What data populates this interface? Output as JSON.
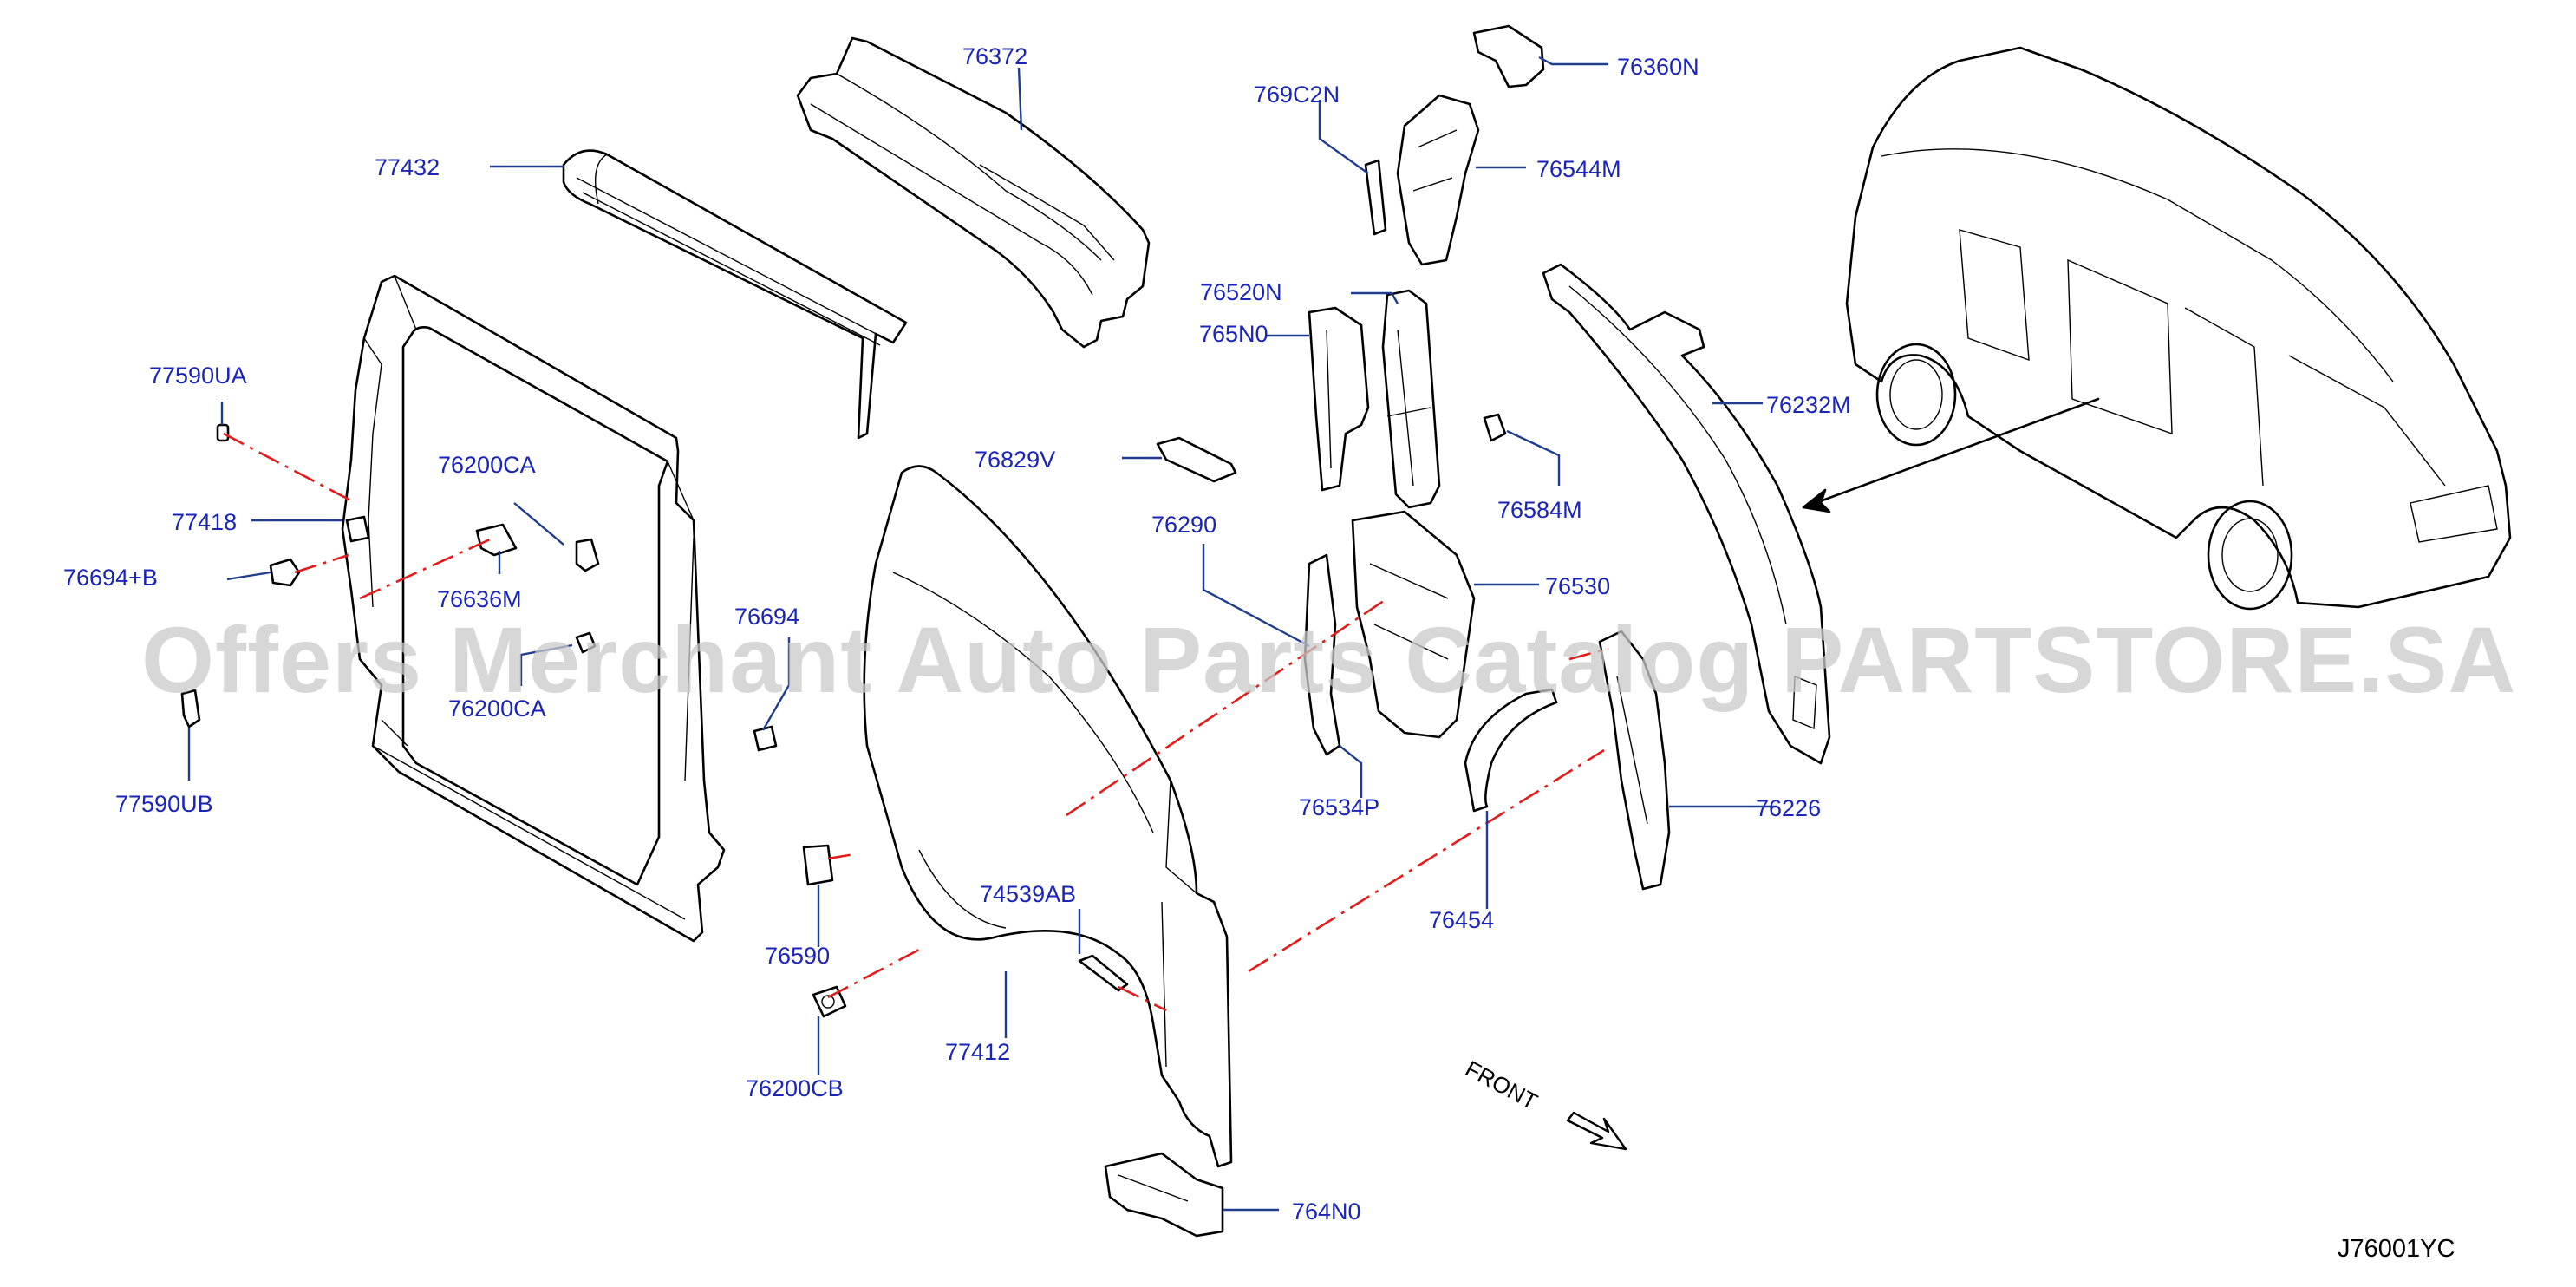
{
  "diagram": {
    "watermark": "Offers Merchant Auto Parts Catalog PARTSTORE.SA",
    "diagram_code": "J76001YC",
    "front_label": "FRONT",
    "callouts": [
      {
        "id": "c77432",
        "label": "77432"
      },
      {
        "id": "c76372",
        "label": "76372"
      },
      {
        "id": "c76360N",
        "label": "76360N"
      },
      {
        "id": "c769C2N",
        "label": "769C2N"
      },
      {
        "id": "c76544M",
        "label": "76544M"
      },
      {
        "id": "c76520N",
        "label": "76520N"
      },
      {
        "id": "c765N0",
        "label": "765N0"
      },
      {
        "id": "c76232M",
        "label": "76232M"
      },
      {
        "id": "c77590UA",
        "label": "77590UA"
      },
      {
        "id": "c77418",
        "label": "77418"
      },
      {
        "id": "c76694B",
        "label": "76694+B"
      },
      {
        "id": "c76200CA1",
        "label": "76200CA"
      },
      {
        "id": "c76636M",
        "label": "76636M"
      },
      {
        "id": "c76200CA2",
        "label": "76200CA"
      },
      {
        "id": "c77590UB",
        "label": "77590UB"
      },
      {
        "id": "c76694",
        "label": "76694"
      },
      {
        "id": "c76829V",
        "label": "76829V"
      },
      {
        "id": "c76584M",
        "label": "76584M"
      },
      {
        "id": "c76290",
        "label": "76290"
      },
      {
        "id": "c76530",
        "label": "76530"
      },
      {
        "id": "c76534P",
        "label": "76534P"
      },
      {
        "id": "c76226",
        "label": "76226"
      },
      {
        "id": "c76454",
        "label": "76454"
      },
      {
        "id": "c74539AB",
        "label": "74539AB"
      },
      {
        "id": "c76590",
        "label": "76590"
      },
      {
        "id": "c77412",
        "label": "77412"
      },
      {
        "id": "c76200CB",
        "label": "76200CB"
      },
      {
        "id": "c764N0",
        "label": "764N0"
      }
    ]
  }
}
